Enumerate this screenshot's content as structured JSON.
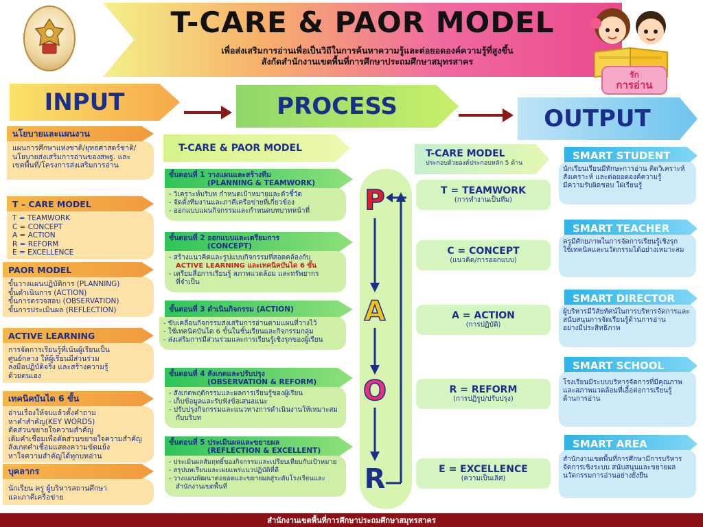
{
  "header": {
    "title": "T-CARE & PAOR MODEL",
    "subtitle_lines": [
      "เพื่อส่งเสริมการอ่านเพื่อเป็นวิถีในการค้นหาความรู้และต่อยอดองค์ความรู้ที่สูงขึ้น",
      "สังกัดสำนักงานเขตพื้นที่การศึกษาประถมศึกษาสมุทรสาคร"
    ],
    "badge_line1": "รัก",
    "badge_line2": "การอ่าน"
  },
  "stages": {
    "input": "INPUT",
    "process": "PROCESS",
    "output": "OUTPUT"
  },
  "inputs": [
    {
      "title": "นโยบายและแผนงาน",
      "lines": [
        "แผนการศึกษาแห่งชาติ/ยุทธศาสตร์ชาติ/",
        "นโยบายส่งเสริมการอ่านของสพฐ. และ",
        "เขตพื้นที่/โครงการส่งเสริมการอ่าน"
      ]
    },
    {
      "title": "T – CARE MODEL",
      "lines": [
        "T = TEAMWORK",
        "C = CONCEPT",
        "A = ACTION",
        "R = REFORM",
        "E = EXCELLENCE"
      ]
    },
    {
      "title": "PAOR MODEL",
      "lines": [
        "ขั้นวางแผนปฏิบัติการ (PLANNING)",
        "ขั้นดำเนินการ (ACTION)",
        "ขั้นการตรวจสอบ (OBSERVATION)",
        "ขั้นการประเมินผล (REFLECTION)"
      ]
    },
    {
      "title": "ACTIVE LEARNING",
      "lines": [
        "การจัดการเรียนรู้ที่เน้นผู้เรียนเป็น",
        "ศูนย์กลาง ให้ผู้เรียนมีส่วนร่วม",
        "ลงมือปฏิบัติจริง และสร้างความรู้",
        "ด้วยตนเอง"
      ]
    },
    {
      "title": "เทคนิคบันได 6 ขั้น",
      "lines": [
        "อ่านเรื่องให้จบแล้วตั้งคำถาม",
        "หาคำสำคัญ(KEY WORDS)",
        "ตัดส่วนขยายใจความสำคัญ",
        "เติมคำเชื่อมเพื่อตัดส่วนขยายใจความสำคัญ",
        "สังเกตคำเชื่อมแสดงความขัดแย้ง",
        "หาใจความสำคัญได้ทุกบทอ่าน"
      ]
    },
    {
      "title": "บุคลากร",
      "lines": [
        "นักเรียน ครู ผู้บริหารสถานศึกษา",
        "และภาคีเครือข่าย"
      ]
    }
  ],
  "process": {
    "title": "T-CARE & PAOR MODEL",
    "steps": [
      {
        "head1": "ขั้นตอนที่ 1 วางแผนและสร้างทีม",
        "head2": "(PLANNING & TEAMWORK)",
        "lines": [
          "- วิเคราะห์บริบท กำหนดเป้าหมายและตัวชี้วัด",
          "- จัดตั้งทีมงานและภาคีเครือข่ายที่เกี่ยวข้อง",
          "- ออกแบบแผนกิจกรรมและกำหนดบทบาทหน้าที่"
        ]
      },
      {
        "head1": "ขั้นตอนที่ 2 ออกแบบและเตรียมการ",
        "head2": "(CONCEPT)",
        "lines": [
          "- สร้างแนวคิดและรูปแบบกิจกรรมที่สอดคล้องกับ",
          "ACTIVE LEARNING และเทคนิคบันได 6 ขั้น",
          "- เตรียมสื่อการเรียนรู้ สภาพแวดล้อม และทรัพยากร",
          "ที่จำเป็น"
        ]
      },
      {
        "head1": "ขั้นตอนที่ 3 ดำเนินกิจกรรม (ACTION)",
        "head2": "",
        "lines": [
          "- ขับเคลื่อนกิจกรรมส่งเสริมการอ่านตามแผนที่วางไว้",
          "- ใช้เทคนิคบันได 6 ขั้นในชั้นเรียนและกิจกรรมกลุ่ม",
          "- ส่งเสริมการมีส่วนร่วมและการเรียนรู้เชิงรุกของผู้เรียน"
        ]
      },
      {
        "head1": "ขั้นตอนที่ 4 สังเกตและปรับปรุง",
        "head2": "(OBSERVATION & REFORM)",
        "lines": [
          "- สังเกตพฤติกรรมและผลการเรียนรู้ของผู้เรียน",
          "- เก็บข้อมูลและรับฟังข้อเสนอแนะ",
          "- ปรับปรุงกิจกรรมและแนวทางการดำเนินงานให้เหมาะสม",
          "กับบริบท"
        ]
      },
      {
        "head1": "ขั้นตอนที่ 5 ประเมินผลและขยายผล",
        "head2": "(REFLECTION & EXCELLENT)",
        "lines": [
          "- ประเมินผลสัมฤทธิ์ของกิจกรรมและเปรียบเทียบกับเป้าหมาย",
          "- สรุปบทเรียนและเผยแพร่แนวปฏิบัติที่ดี",
          "- วางแผนพัฒนาต่อยอดและขยายผลสู่ระดับโรงเรียนและ",
          "สำนักงานเขตพื้นที่"
        ]
      }
    ]
  },
  "paor": {
    "p": "P",
    "a": "A",
    "o": "O",
    "r": "R"
  },
  "tcare": {
    "title": "T-CARE MODEL",
    "subtitle": "ประกอบด้วยองค์ประกอบหลัก 5 ด้าน",
    "items": [
      {
        "key": "T = TEAMWORK",
        "value": "(การทำงานเป็นทีม)"
      },
      {
        "key": "C = CONCEPT",
        "value": "(แนวคิด/การออกแบบ)"
      },
      {
        "key": "A = ACTION",
        "value": "(การปฏิบัติ)"
      },
      {
        "key": "R = REFORM",
        "value": "(การปฏิรูป/ปรับปรุง)"
      },
      {
        "key": "E = EXCELLENCE",
        "value": "(ความเป็นเลิศ)"
      }
    ]
  },
  "outputs": [
    {
      "title": "SMART STUDENT",
      "lines": [
        "นักเรียนเรียนมีทักษะการอ่าน คิดวิเคราะห์",
        "สังเคราะห์ และต่อยอดองค์ความรู้",
        "มีความรับผิดชอบ ใฝ่เรียนรู้"
      ]
    },
    {
      "title": "SMART TEACHER",
      "lines": [
        "ครูมีศักยภาพในการจัดการเรียนรู้เชิงรุก",
        "ใช้เทคนิคและนวัตกรรมได้อย่างเหมาะสม"
      ]
    },
    {
      "title": "SMART DIRECTOR",
      "lines": [
        "ผู้บริหารมีวิสัยทัศน์ในการบริหารจัดการและ",
        "สนับสนุนการจัดเรียนรู้ด้านการอ่าน",
        "อย่างมีประสิทธิภาพ"
      ]
    },
    {
      "title": "SMART SCHOOL",
      "lines": [
        "โรงเรียนมีระบบบริหารจัดการที่มีคุณภาพ",
        "และสภาพแวดล้อมที่เอื้อต่อการเรียนรู้",
        "ด้านการอ่าน"
      ]
    },
    {
      "title": "SMART AREA",
      "lines": [
        "สำนักงานเขตพื้นที่การศึกษามีการบริหาร",
        "จัดการเชิงระบบ สนับสนุนและขยายผล",
        "นวัตกรรมการอ่านอย่างยั่งยืน"
      ]
    }
  ],
  "footer": "สำนักงานเขตพื้นที่การศึกษาประถมศึกษาสมุทรสาคร",
  "colors": {
    "navy": "#1b2f8a",
    "maroon": "#8a1216",
    "p_red": "#e21f26",
    "a_yellow": "#f6c21a",
    "o_pink": "#e9307a",
    "r_navy": "#1b2f8a"
  }
}
